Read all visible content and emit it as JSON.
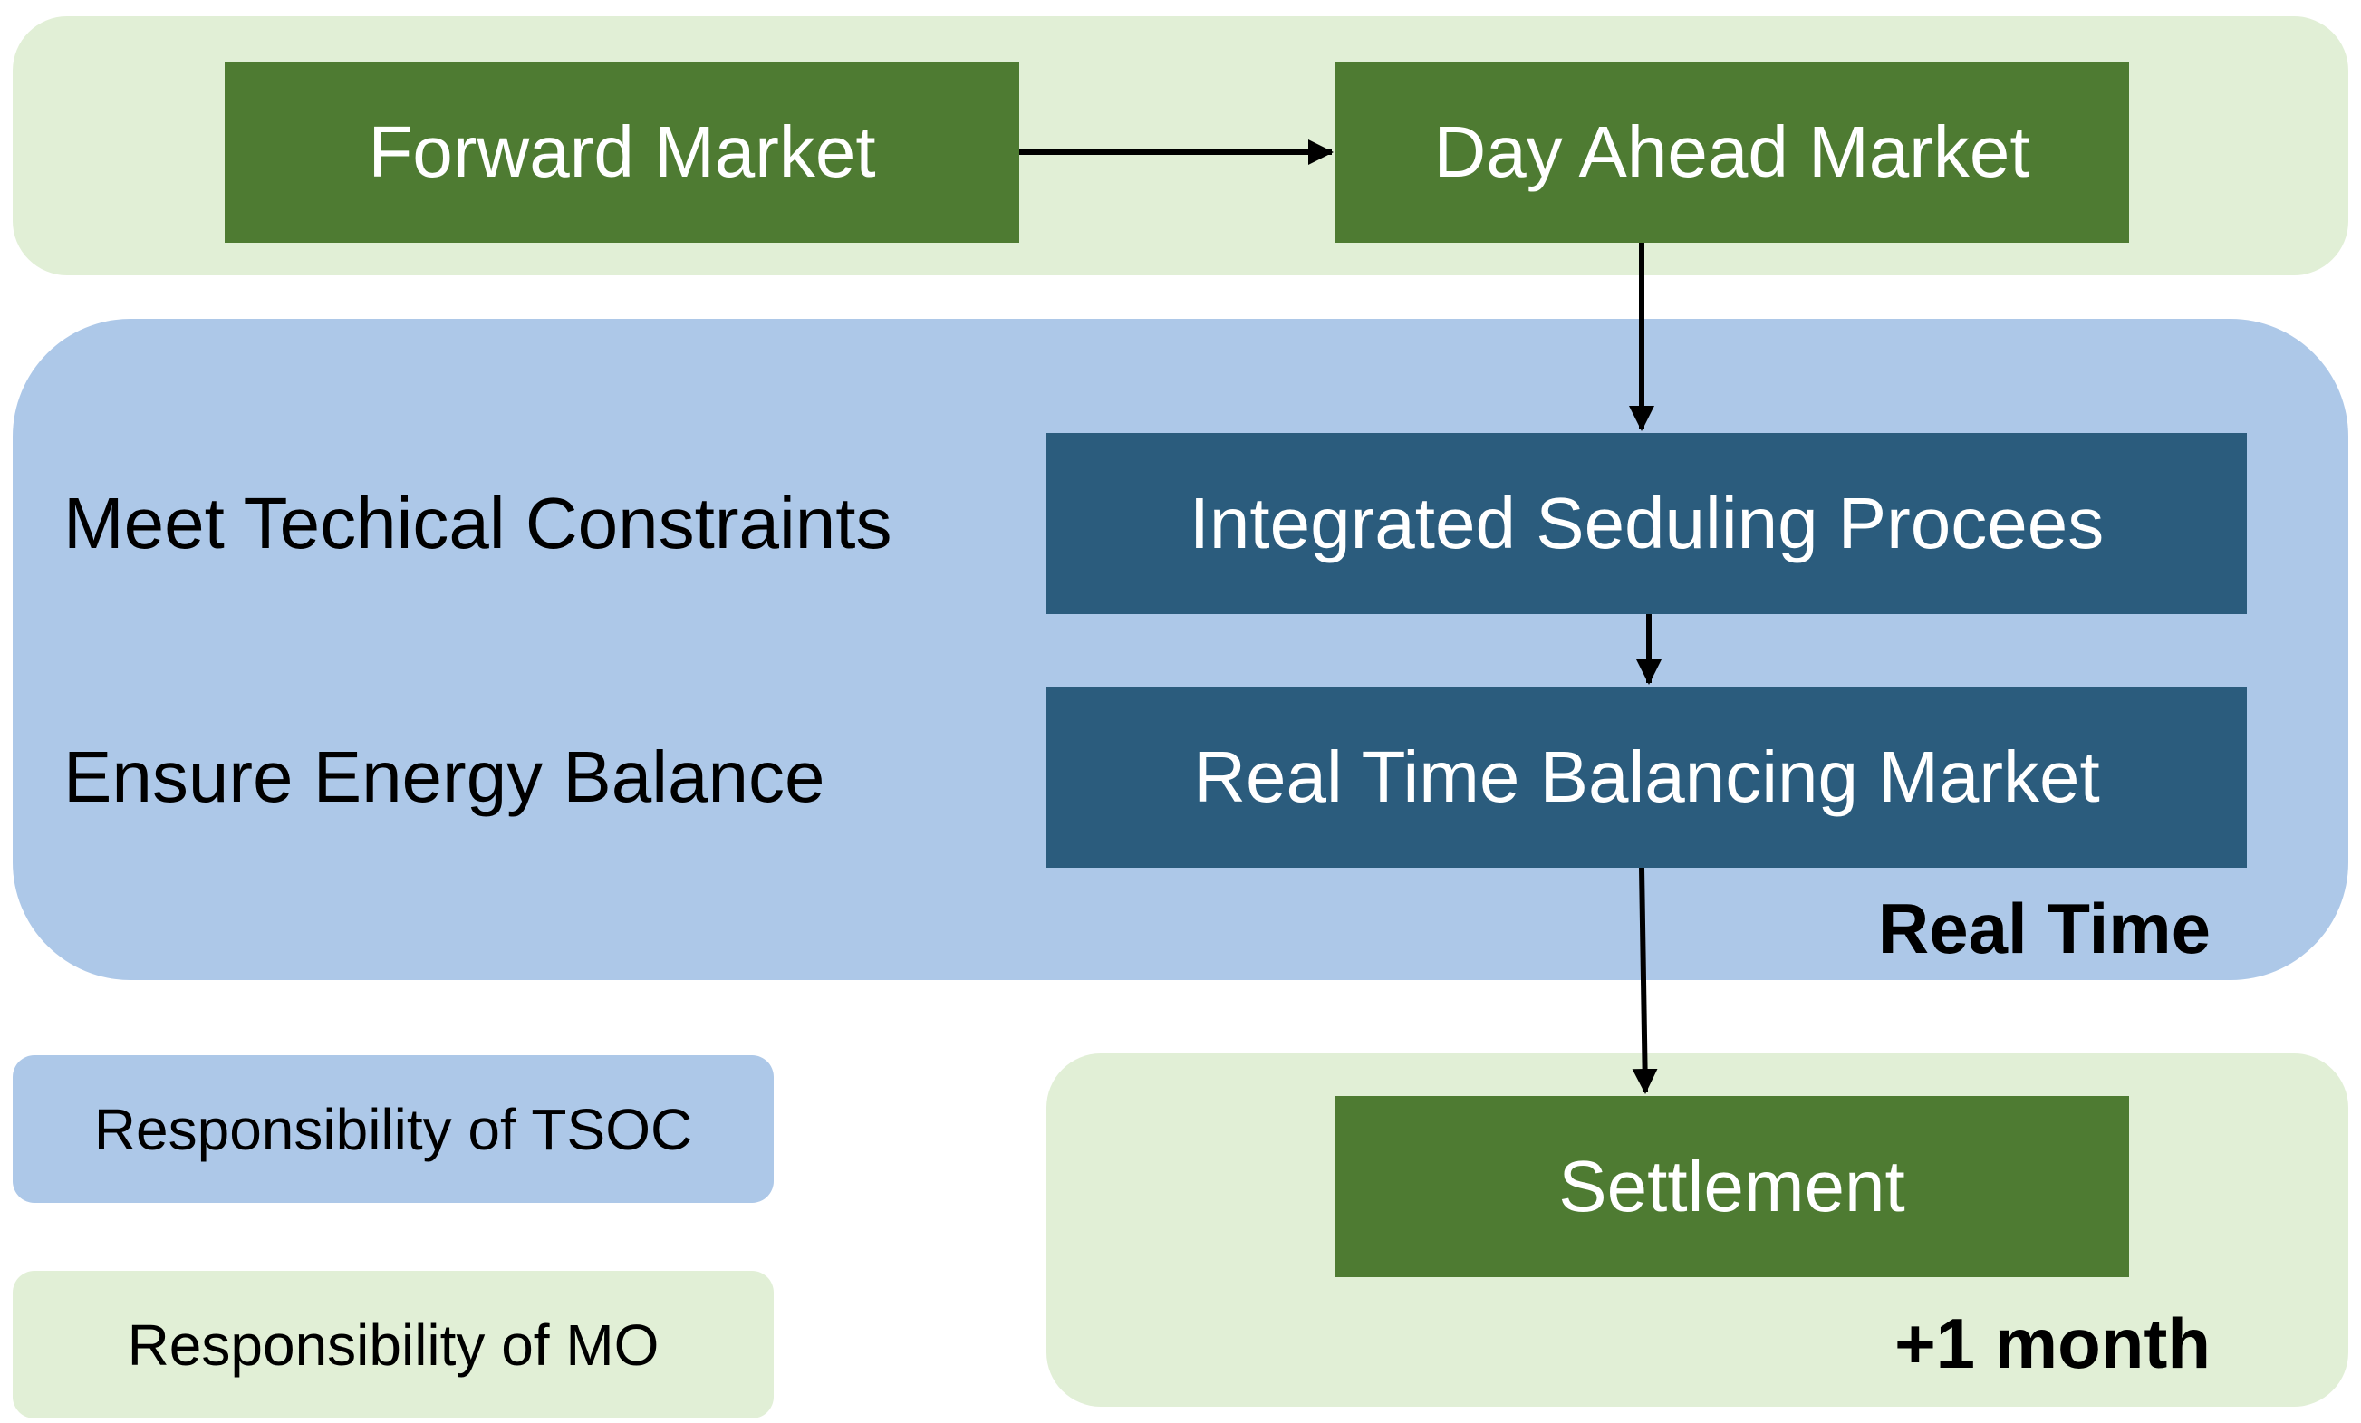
{
  "nodes": {
    "forward_market": "Forward Market",
    "day_ahead_market": "Day Ahead Market",
    "integrated_scheduling": "Integrated Seduling Procees",
    "real_time_balancing": "Real Time Balancing Market",
    "settlement": "Settlement"
  },
  "labels": {
    "technical_constraints": "Meet Techical Constraints",
    "energy_balance": "Ensure Energy Balance",
    "real_time": "Real Time",
    "plus_one_month": "+1 month"
  },
  "legend": {
    "tsoc": "Responsibility of TSOC",
    "mo": "Responsibility of MO"
  },
  "colors": {
    "mo_region": "#e1efd6",
    "tsoc_region": "#adc8e8",
    "mo_box": "#4e7b32",
    "tsoc_box": "#2b5c7d"
  }
}
